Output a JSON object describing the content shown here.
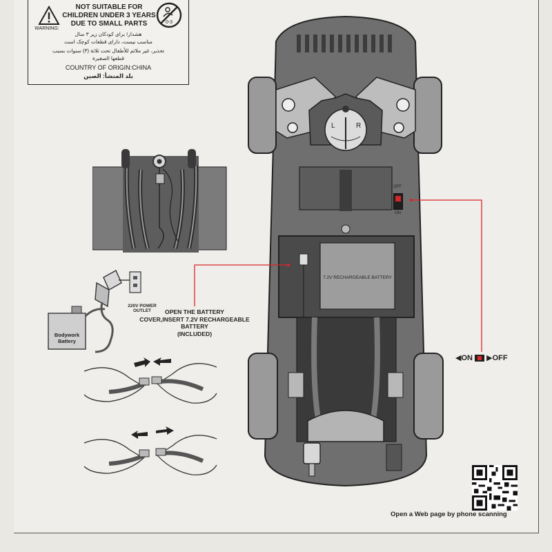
{
  "warning": {
    "symbol_text": "WARNING:",
    "line1": "NOT SUITABLE FOR",
    "line2": "CHILDREN UNDER 3 YEARS",
    "line3": "DUE TO SMALL PARTS",
    "age_badge": "0-3",
    "persian_1": "هشدار! برای کودکان زیر ۳ سال",
    "persian_2": "مناسب نیست، دارای قطعات کوچک است",
    "arabic_1": "تحذير، غير ملائم للأطفال تحت ثلاثة (٣) سنوات بسبب",
    "arabic_2": "قطعها الصغيرة",
    "origin": "COUNTRY OF ORIGIN:CHINA",
    "origin_arabic": "بلد المنشأ: الصين"
  },
  "charging": {
    "outlet_label": "220V POWER OUTLET",
    "battery_label_1": "Bodywork",
    "battery_label_2": "Battery"
  },
  "battery": {
    "label": "7.2V RECHARGEABLE BATTERY",
    "instruction_1": "OPEN THE BATTERY",
    "instruction_2": "COVER,INSERT 7.2V RECHARGEABLE",
    "instruction_3": "BATTERY",
    "instruction_4": "(INCLUDED)"
  },
  "switch": {
    "off_small": "OFF",
    "on_small": "ON",
    "on_label": "ON",
    "off_label": "OFF"
  },
  "steering": {
    "left": "L",
    "right": "R"
  },
  "qr": {
    "caption": "Open a Web page by phone scanning"
  },
  "colors": {
    "accent_red": "#d9262b",
    "body_gray": "#6f6f6f",
    "dark_gray": "#4a4a4a"
  }
}
